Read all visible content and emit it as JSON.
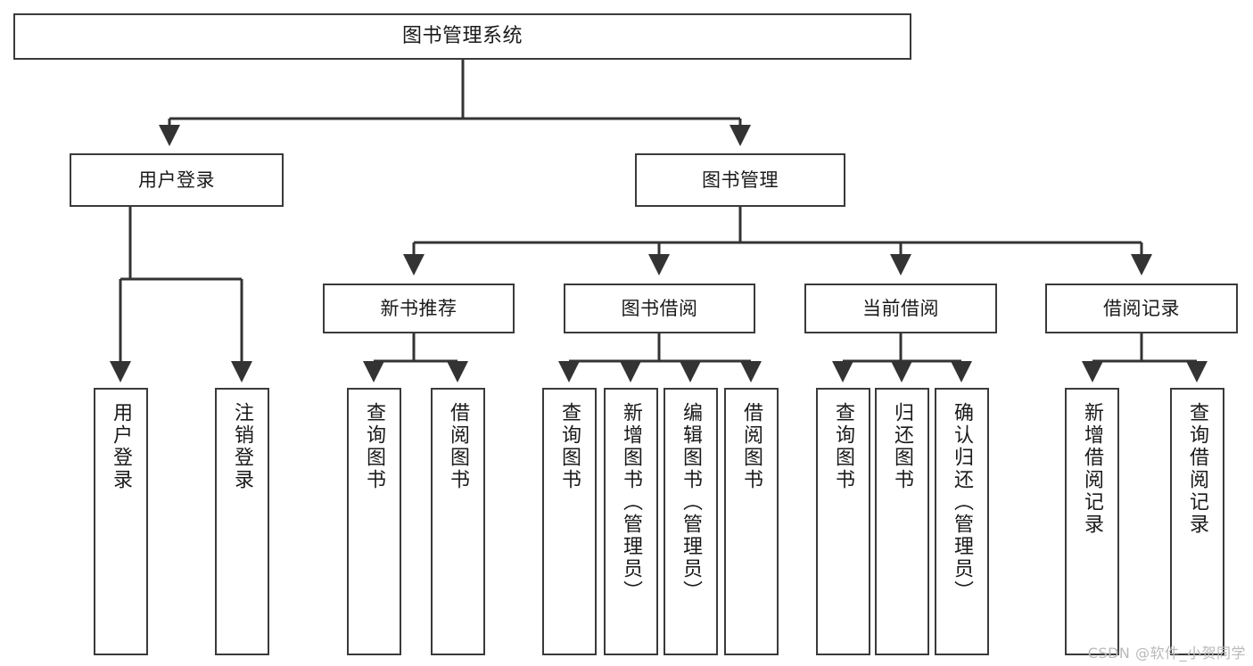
{
  "diagram": {
    "type": "tree-hierarchy-chart",
    "title_text": "图书管理系统",
    "watermark": "CSDN @软件_小贺同学",
    "colors": {
      "box_border": "#3a3a3a",
      "box_fill": "#ffffff",
      "connector": "#333333",
      "text": "#1a1a1a",
      "watermark": "#b9b9b9"
    },
    "root": {
      "label": "图书管理系统"
    },
    "level1": [
      {
        "label": "用户登录"
      },
      {
        "label": "图书管理"
      }
    ],
    "level2": [
      {
        "label": "新书推荐"
      },
      {
        "label": "图书借阅"
      },
      {
        "label": "当前借阅"
      },
      {
        "label": "借阅记录"
      }
    ],
    "leaves": {
      "user_login": [
        {
          "label": "用户登录"
        },
        {
          "label": "注销登录"
        }
      ],
      "new_book_recommend": [
        {
          "label": "查询图书"
        },
        {
          "label": "借阅图书"
        }
      ],
      "book_borrow": [
        {
          "label": "查询图书"
        },
        {
          "label": "新增图书（管理员）"
        },
        {
          "label": "编辑图书（管理员）"
        },
        {
          "label": "借阅图书"
        }
      ],
      "current_borrow": [
        {
          "label": "查询图书"
        },
        {
          "label": "归还图书"
        },
        {
          "label": "确认归还（管理员）"
        }
      ],
      "borrow_record": [
        {
          "label": "新增借阅记录"
        },
        {
          "label": "查询借阅记录"
        }
      ]
    }
  }
}
